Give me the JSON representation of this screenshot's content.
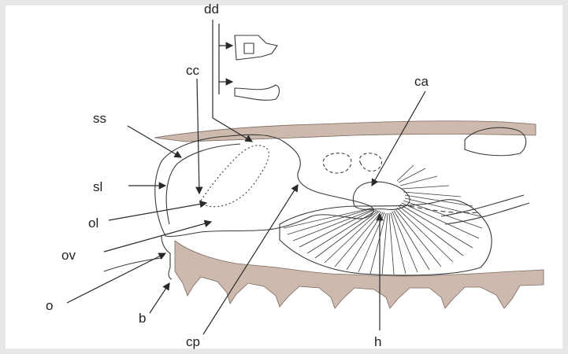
{
  "diagram": {
    "labels": {
      "dd": "dd",
      "cc": "cc",
      "ss": "ss",
      "sl": "sl",
      "ol": "ol",
      "ov": "ov",
      "o": "o",
      "b": "b",
      "cp": "cp",
      "h": "h",
      "ca": "ca"
    },
    "colors": {
      "background": "#ffffff",
      "tissue_band": "#cdb9ad",
      "line": "#2a2a2a"
    }
  }
}
